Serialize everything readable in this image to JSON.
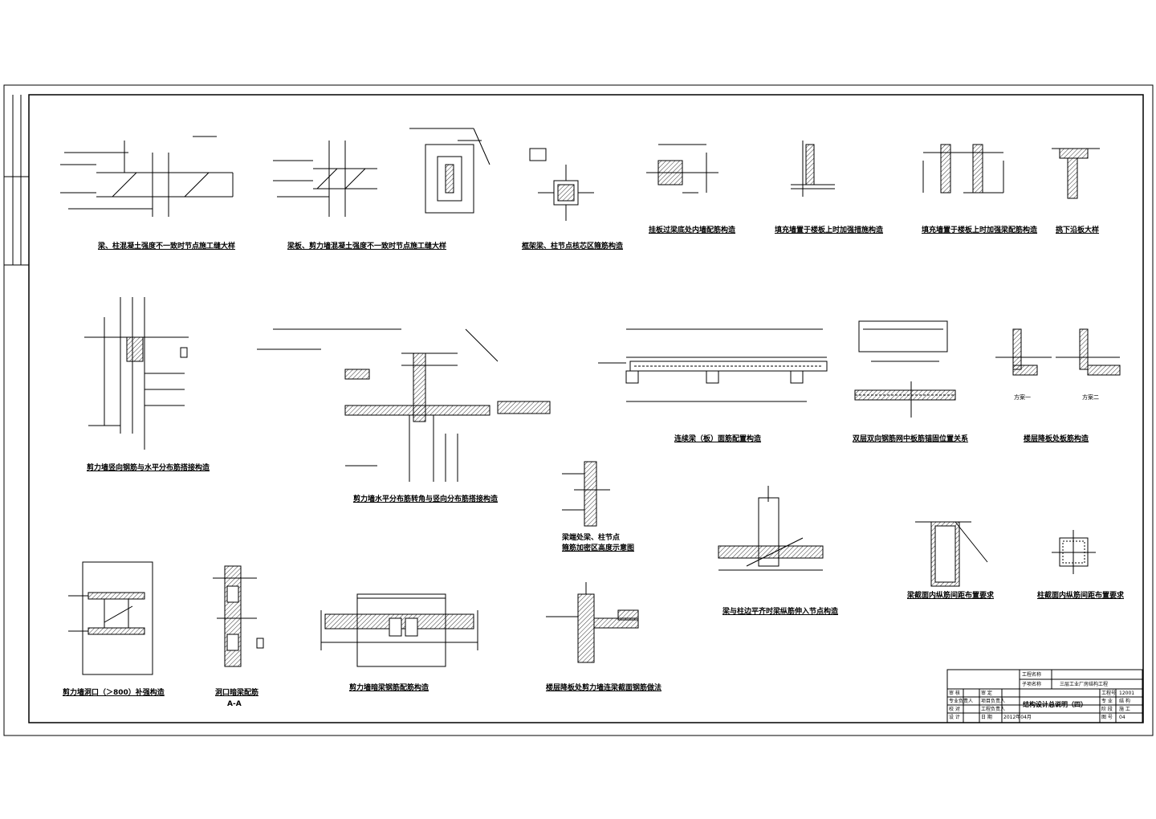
{
  "captions": {
    "c1": "梁、柱混凝土强度不一致时节点施工缝大样",
    "c2": "梁板、剪力墙混凝土强度不一致时节点施工缝大样",
    "c3": "框架梁、柱节点核芯区箍筋构造",
    "c4": "挂板过梁底处内墙配筋构造",
    "c5": "填充墙置于楼板上时加强措施构造",
    "c6": "填充墙置于楼板上时加强梁配筋构造",
    "c7": "挑下沿板大样",
    "c8": "剪力墙竖向钢筋与水平分布筋搭接构造",
    "c9": "剪力墙水平分布筋转角与竖向分布筋搭接构造",
    "c10": "连续梁（板）面筋配置构造",
    "c11": "双层双向钢筋网中板筋锚固位置关系",
    "c12": "楼层降板处板筋构造",
    "c13a": "梁端处梁、柱节点",
    "c13b": "箍筋加密区高度示意图",
    "c14": "梁与柱边平齐时梁纵筋伸入节点构造",
    "c15": "梁截面内纵筋间距布置要求",
    "c16": "柱截面内纵筋间距布置要求",
    "c17": "剪力墙洞口（＞800）补强构造",
    "c18a": "洞口暗梁配筋",
    "c18b": "A-A",
    "c19": "剪力墙暗梁钢筋配筋构造",
    "c20": "楼层降板处剪力墙连梁截面钢筋做法",
    "sub_a": "方案一",
    "sub_b": "方案二"
  },
  "titleblock": {
    "project_label": "工程名称",
    "subproject_label": "子项名称",
    "subproject_value": "三层工业厂房结构工程",
    "drawing_title": "结构设计总说明（四）",
    "rows": [
      {
        "a": "审 核",
        "b": "",
        "c": "审 定",
        "d": ""
      },
      {
        "a": "专业负责人",
        "b": "",
        "c": "项目负责人",
        "d": ""
      },
      {
        "a": "校 对",
        "b": "",
        "c": "工程负责人",
        "d": ""
      },
      {
        "a": "设 计",
        "b": "",
        "c": "日 期",
        "d": "2012年04月"
      }
    ],
    "right": [
      {
        "k": "工程号",
        "v": "12001"
      },
      {
        "k": "专 业",
        "v": "结 构"
      },
      {
        "k": "阶 段",
        "v": "施 工"
      },
      {
        "k": "图 号",
        "v": "04"
      }
    ]
  }
}
